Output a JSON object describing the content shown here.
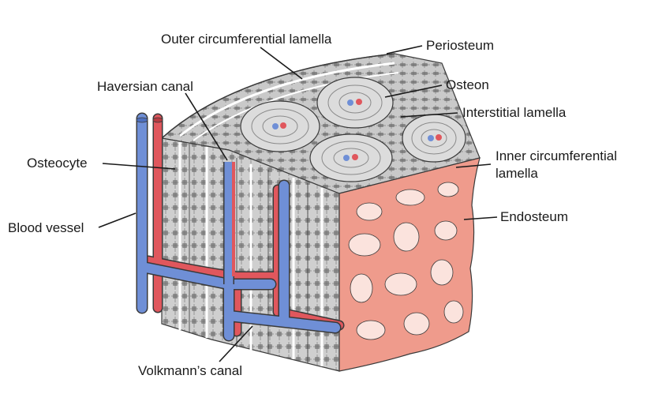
{
  "labels": {
    "outer_circumferential_lamella": "Outer circumferential lamella",
    "periosteum": "Periosteum",
    "haversian_canal": "Haversian canal",
    "osteon": "Osteon",
    "interstitial_lamella": "Interstitial lamella",
    "osteocyte": "Osteocyte",
    "inner_circumferential_line1": "Inner circumferential",
    "inner_circumferential_line2": "lamella",
    "endosteum": "Endosteum",
    "blood_vessel": "Blood vessel",
    "volkmanns_canal": "Volkmann’s canal"
  },
  "colors": {
    "bone_gray": "#c9c9c9",
    "bone_dark": "#9a9a9a",
    "lamella_light": "#e4e4e4",
    "artery_red": "#e0575d",
    "vein_blue": "#6f8fd6",
    "spongy_pink": "#ef9b8c",
    "outline": "#3a3a3a"
  }
}
